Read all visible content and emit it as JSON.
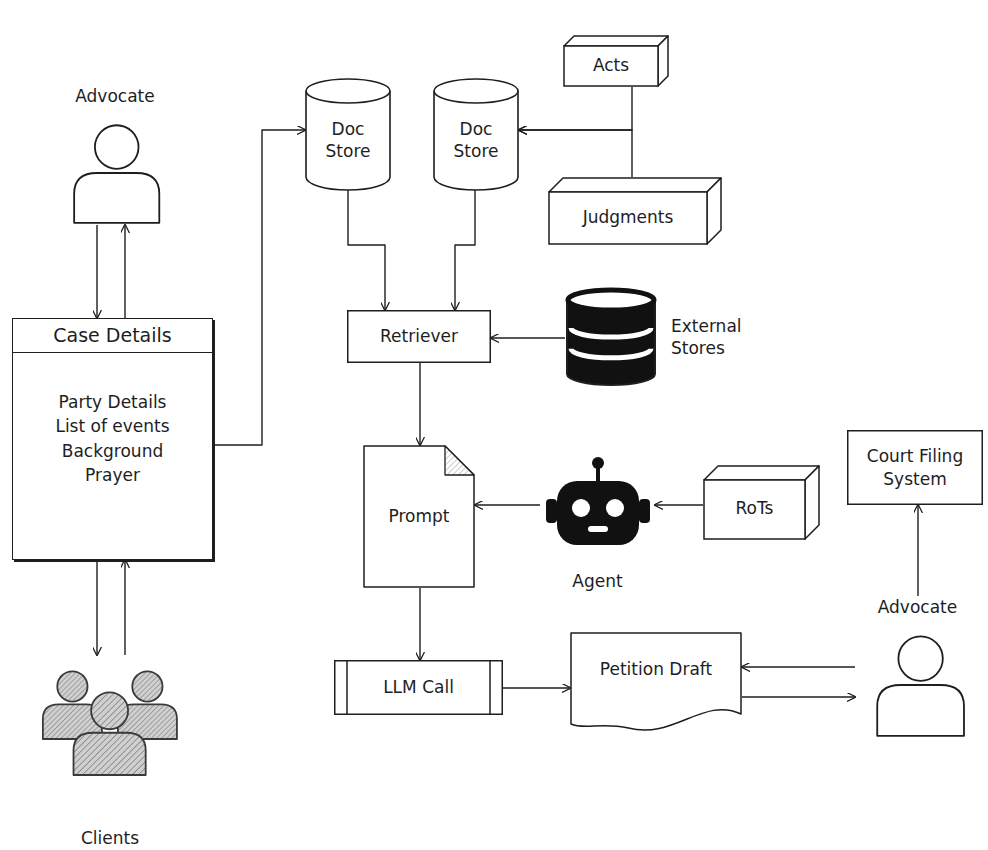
{
  "diagram": {
    "nodes": [
      {
        "text": [
          "Advocate"
        ]
      },
      {
        "text": [
          "Case Details",
          "Party Details List of events Background Prayer"
        ]
      },
      {
        "text": [
          "Clients"
        ]
      },
      {
        "text": [
          "Doc Store"
        ]
      },
      {
        "text": [
          "Doc Store"
        ]
      },
      {
        "text": [
          "Acts"
        ]
      },
      {
        "text": [
          "Judgments"
        ]
      },
      {
        "text": [
          "Retriever"
        ]
      },
      {
        "text": [
          "External Stores"
        ]
      },
      {
        "text": [
          "Prompt"
        ]
      },
      {
        "text": [
          "Agent"
        ]
      },
      {
        "text": [
          "RoTs"
        ]
      },
      {
        "text": [
          "Court Filing System"
        ]
      },
      {
        "text": [
          "LLM Call"
        ]
      },
      {
        "text": [
          "Petition Draft"
        ]
      },
      {
        "text": [
          "Advocate"
        ]
      }
    ],
    "edges": [
      {
        "from": 0,
        "to": 1,
        "arrow": "to"
      },
      {
        "from": 1,
        "to": 0,
        "arrow": "to"
      },
      {
        "from": 1,
        "to": 2,
        "arrow": "to"
      },
      {
        "from": 2,
        "to": 1,
        "arrow": "to"
      },
      {
        "from": 1,
        "to": 3,
        "arrow": "to"
      },
      {
        "from": 5,
        "to": 4,
        "arrow": "to"
      },
      {
        "from": 6,
        "to": 4,
        "arrow": "to"
      },
      {
        "from": 3,
        "to": 7,
        "arrow": "to"
      },
      {
        "from": 4,
        "to": 7,
        "arrow": "to"
      },
      {
        "from": 8,
        "to": 7,
        "arrow": "to"
      },
      {
        "from": 7,
        "to": 9,
        "arrow": "to"
      },
      {
        "from": 10,
        "to": 9,
        "arrow": "to"
      },
      {
        "from": 11,
        "to": 10,
        "arrow": "to"
      },
      {
        "from": 9,
        "to": 13,
        "arrow": "to"
      },
      {
        "from": 13,
        "to": 14,
        "arrow": "to"
      },
      {
        "from": 15,
        "to": 14,
        "arrow": "to"
      },
      {
        "from": 14,
        "to": 15,
        "arrow": "to"
      },
      {
        "from": 15,
        "to": 12,
        "arrow": "to"
      }
    ]
  }
}
